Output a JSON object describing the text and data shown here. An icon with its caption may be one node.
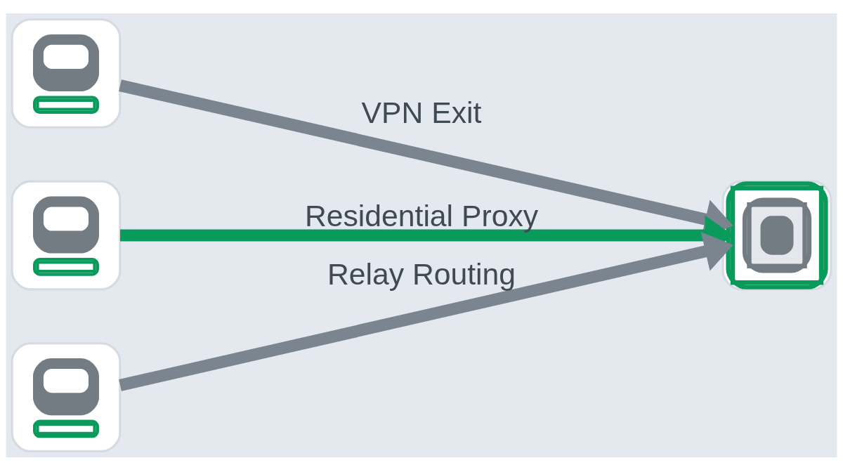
{
  "diagram": {
    "nodes": [
      {
        "text": [],
        "shape": "picture"
      },
      {
        "text": [],
        "shape": "picture"
      },
      {
        "text": [],
        "shape": "picture"
      },
      {
        "text": [],
        "shape": "picture"
      }
    ],
    "edges": [
      {
        "from": 0,
        "to": 3,
        "arrow": "to",
        "label": "VPN Exit"
      },
      {
        "from": 1,
        "to": 3,
        "arrow": "to",
        "label": "Residential Proxy",
        "color": "#0a9a5c"
      },
      {
        "from": 2,
        "to": 3,
        "arrow": "to",
        "label": "Relay Routing"
      }
    ]
  }
}
